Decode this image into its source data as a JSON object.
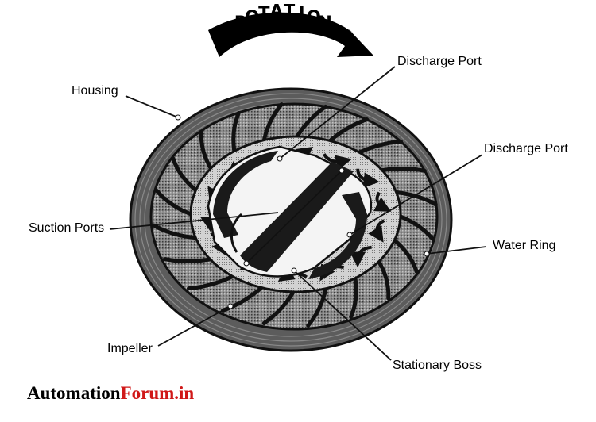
{
  "diagram": {
    "rotation_label": "ROTATION",
    "labels": {
      "housing": "Housing",
      "discharge_port_top": "Discharge Port",
      "discharge_port_right": "Discharge Port",
      "suction_ports": "Suction Ports",
      "water_ring": "Water Ring",
      "impeller": "Impeller",
      "stationary_boss": "Stationary Boss"
    }
  },
  "brand": {
    "part1": "Automation",
    "part2": "Forum.in"
  },
  "colors": {
    "housing_fill": "#5c5c5c",
    "water_ring_fill": "#9a9a9a",
    "boss_fill": "#1a1a1a",
    "brand_accent": "#d01818"
  }
}
